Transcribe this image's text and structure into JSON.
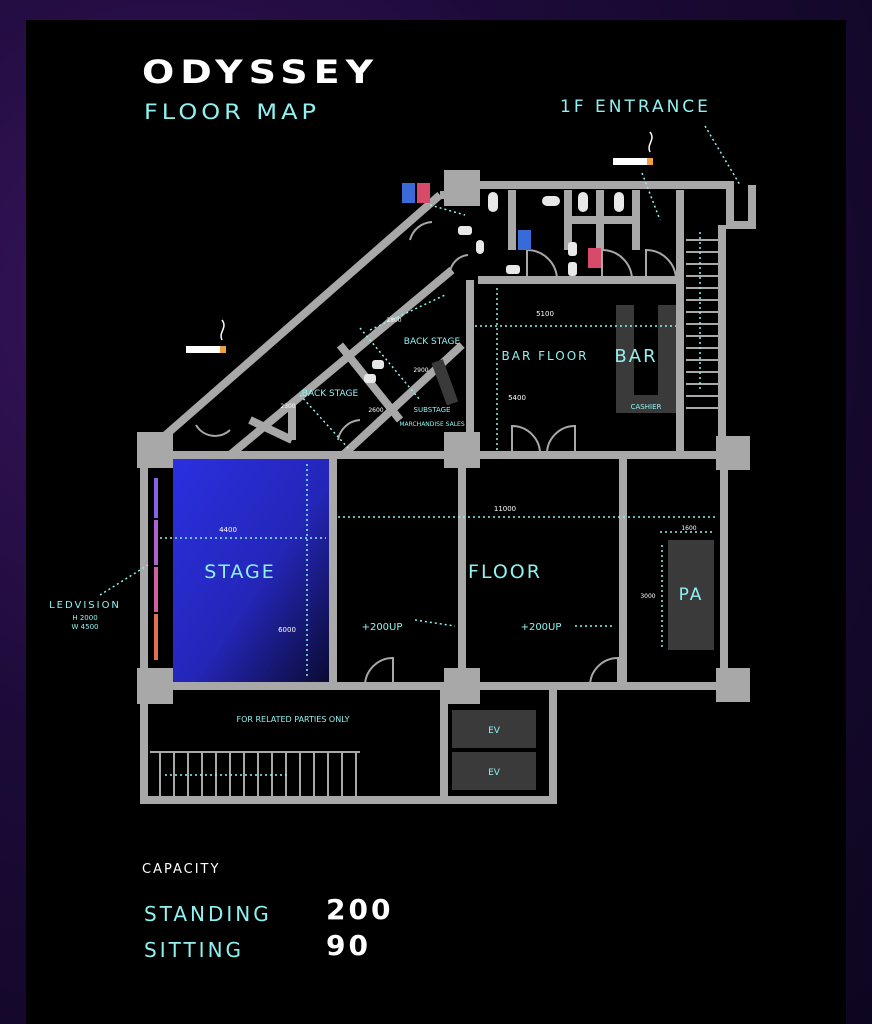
{
  "header": {
    "title": "ODYSSEY",
    "subtitle": "FLOOR MAP",
    "entrance": "1F ENTRANCE"
  },
  "rooms": {
    "stage": "STAGE",
    "floor": "FLOOR",
    "pa": "PA",
    "bar": "BAR",
    "bar_floor": "BAR FLOOR",
    "back_stage_1": "BACK STAGE",
    "back_stage_2": "BACK STAGE",
    "substage": "SUBSTAGE",
    "merchandise": "MARCHANDISE SALES",
    "cashier": "CASHIER",
    "related": "FOR RELATED PARTIES ONLY",
    "ev1": "EV",
    "ev2": "EV",
    "ledvision": "LEDVISION",
    "ledvision_h": "H 2000",
    "ledvision_w": "W 4500"
  },
  "dimensions": {
    "stage_w": "4400",
    "stage_d": "6000",
    "floor_w": "11000",
    "pa_w": "1600",
    "pa_d": "3000",
    "bar_w": "5100",
    "bar_d": "5400",
    "bs_a": "2800",
    "bs_b": "2900",
    "bs_c": "2600",
    "bs_d": "2300",
    "up1": "+200UP",
    "up2": "+200UP"
  },
  "capacity": {
    "label": "CAPACITY",
    "standing_label": "STANDING",
    "standing_value": "200",
    "sitting_label": "SITTING",
    "sitting_value": "90"
  },
  "colors": {
    "accent": "#8ff2f0",
    "wall": "#a8a8a8",
    "stage_blue": "#2a2fd8",
    "background": "#000000"
  }
}
